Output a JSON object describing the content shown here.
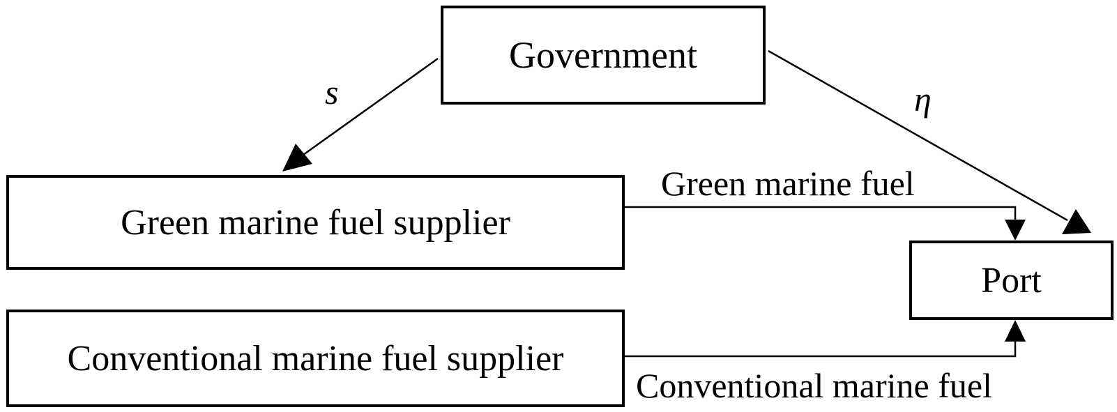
{
  "nodes": {
    "government": "Government",
    "green_supplier": "Green marine fuel supplier",
    "conventional_supplier": "Conventional marine fuel supplier",
    "port": "Port"
  },
  "edges": {
    "subsidy_symbol": "s",
    "penalty_symbol": "η",
    "green_flow_label": "Green marine fuel",
    "conventional_flow_label": "Conventional marine fuel"
  }
}
